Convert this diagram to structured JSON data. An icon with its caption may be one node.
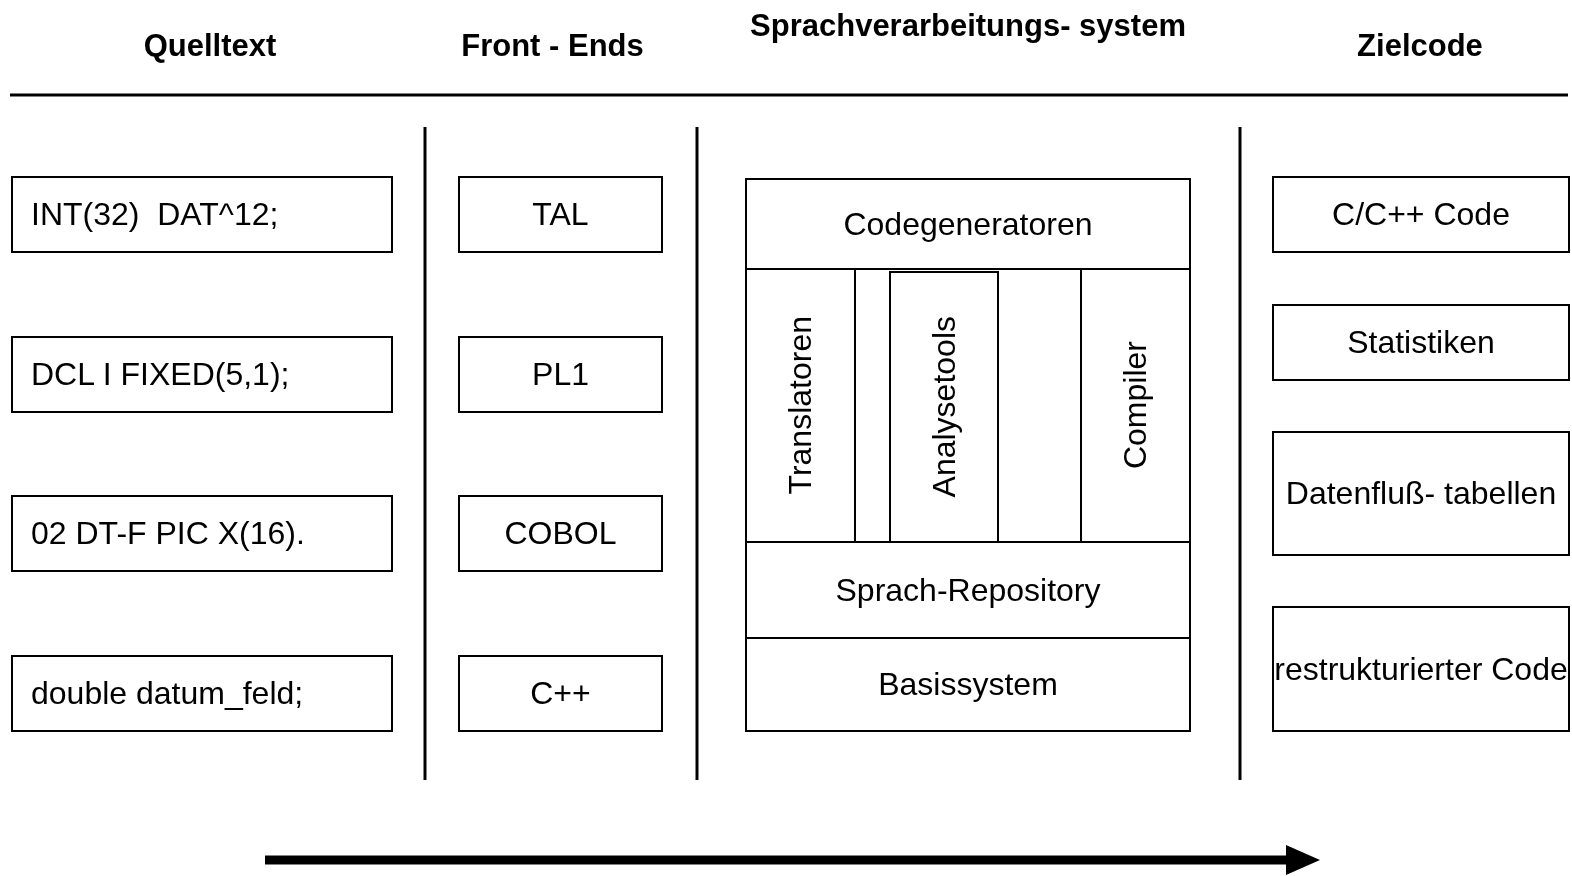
{
  "diagram": {
    "nodes": [
      {
        "text": [
          "INT(32)  DAT^12;"
        ]
      },
      {
        "text": [
          "DCL I FIXED(5,1);"
        ]
      },
      {
        "text": [
          "02 DT-F PIC X(16)."
        ]
      },
      {
        "text": [
          "double datum_feld;"
        ]
      },
      {
        "text": [
          "TAL"
        ]
      },
      {
        "text": [
          "PL1"
        ]
      },
      {
        "text": [
          "COBOL"
        ]
      },
      {
        "text": [
          "C++"
        ]
      },
      {
        "text": [
          "Codegeneratoren"
        ]
      },
      {
        "text": [
          "Translatoren"
        ]
      },
      {
        "text": [
          "Analysetools"
        ]
      },
      {
        "text": [
          "Compiler"
        ]
      },
      {
        "text": [
          "Sprach-Repository"
        ]
      },
      {
        "text": [
          "Basissystem"
        ]
      },
      {
        "text": [
          "C/C++ Code"
        ]
      },
      {
        "text": [
          "Statistiken"
        ]
      },
      {
        "text": [
          "Datenfluß- tabellen"
        ]
      },
      {
        "text": [
          "restrukturierter Code"
        ]
      }
    ],
    "labels": [
      "Quelltext",
      "Front - Ends",
      "Sprachverarbeitungs- system",
      "Zielcode"
    ]
  }
}
